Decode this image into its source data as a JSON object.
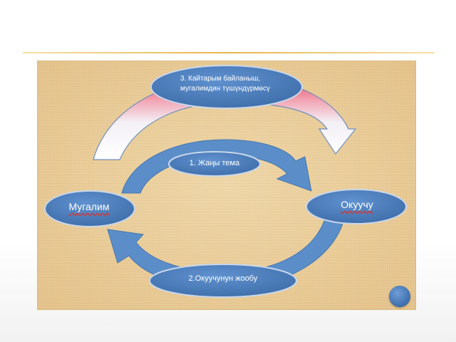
{
  "diagram": {
    "nodes": {
      "feedback": {
        "line1": "3. Кайтарым байланыш,",
        "line2": "мугалимдин түшүндүрмөсү"
      },
      "topic": "1. Жаңы тема",
      "teacher": "Мугалим",
      "student": "Окуучу",
      "answer": "2.Окуучунун жообу"
    },
    "colors": {
      "node_fill": "#4f81bd",
      "node_border": "#385d8a",
      "cycle_arrow": "#5b8ec9",
      "feedback_arrow_top": "#e85a6e",
      "feedback_arrow_bottom": "#ffffff",
      "panel_bg": "#e8cc98",
      "slide_rule": "#e7b54a"
    }
  },
  "nav": {
    "icon": "circle-button-icon"
  }
}
